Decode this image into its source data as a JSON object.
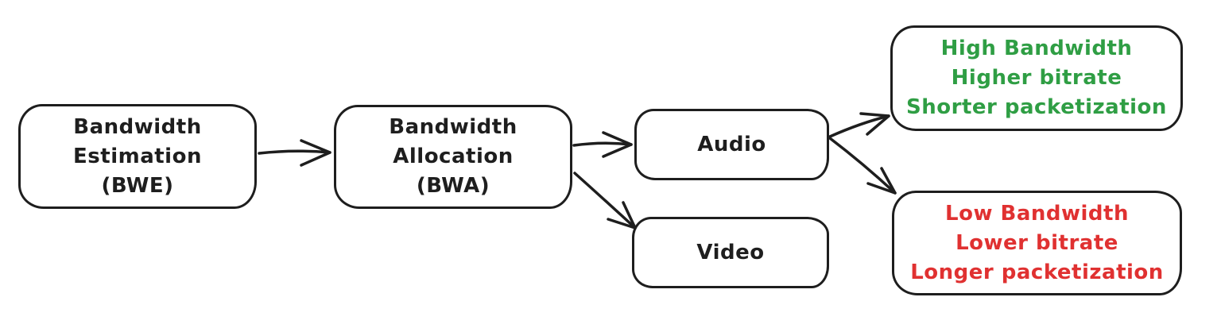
{
  "diagram": {
    "type": "flowchart",
    "background": "#ffffff",
    "stroke_color": "#1e1e1e",
    "nodes": {
      "bwe": {
        "lines": [
          "Bandwidth",
          "Estimation",
          "(BWE)"
        ],
        "text_color": "#1e1e1e"
      },
      "bwa": {
        "lines": [
          "Bandwidth",
          "Allocation",
          "(BWA)"
        ],
        "text_color": "#1e1e1e"
      },
      "audio": {
        "lines": [
          "Audio"
        ],
        "text_color": "#1e1e1e"
      },
      "video": {
        "lines": [
          "Video"
        ],
        "text_color": "#1e1e1e"
      },
      "high_bandwidth": {
        "lines": [
          "High Bandwidth",
          "Higher bitrate",
          "Shorter packetization"
        ],
        "text_color": "#2f9e44"
      },
      "low_bandwidth": {
        "lines": [
          "Low Bandwidth",
          "Lower bitrate",
          "Longer packetization"
        ],
        "text_color": "#e03131"
      }
    },
    "edges": [
      {
        "from": "bwe",
        "to": "bwa"
      },
      {
        "from": "bwa",
        "to": "audio"
      },
      {
        "from": "bwa",
        "to": "video"
      },
      {
        "from": "audio",
        "to": "high_bandwidth"
      },
      {
        "from": "audio",
        "to": "low_bandwidth"
      }
    ]
  }
}
